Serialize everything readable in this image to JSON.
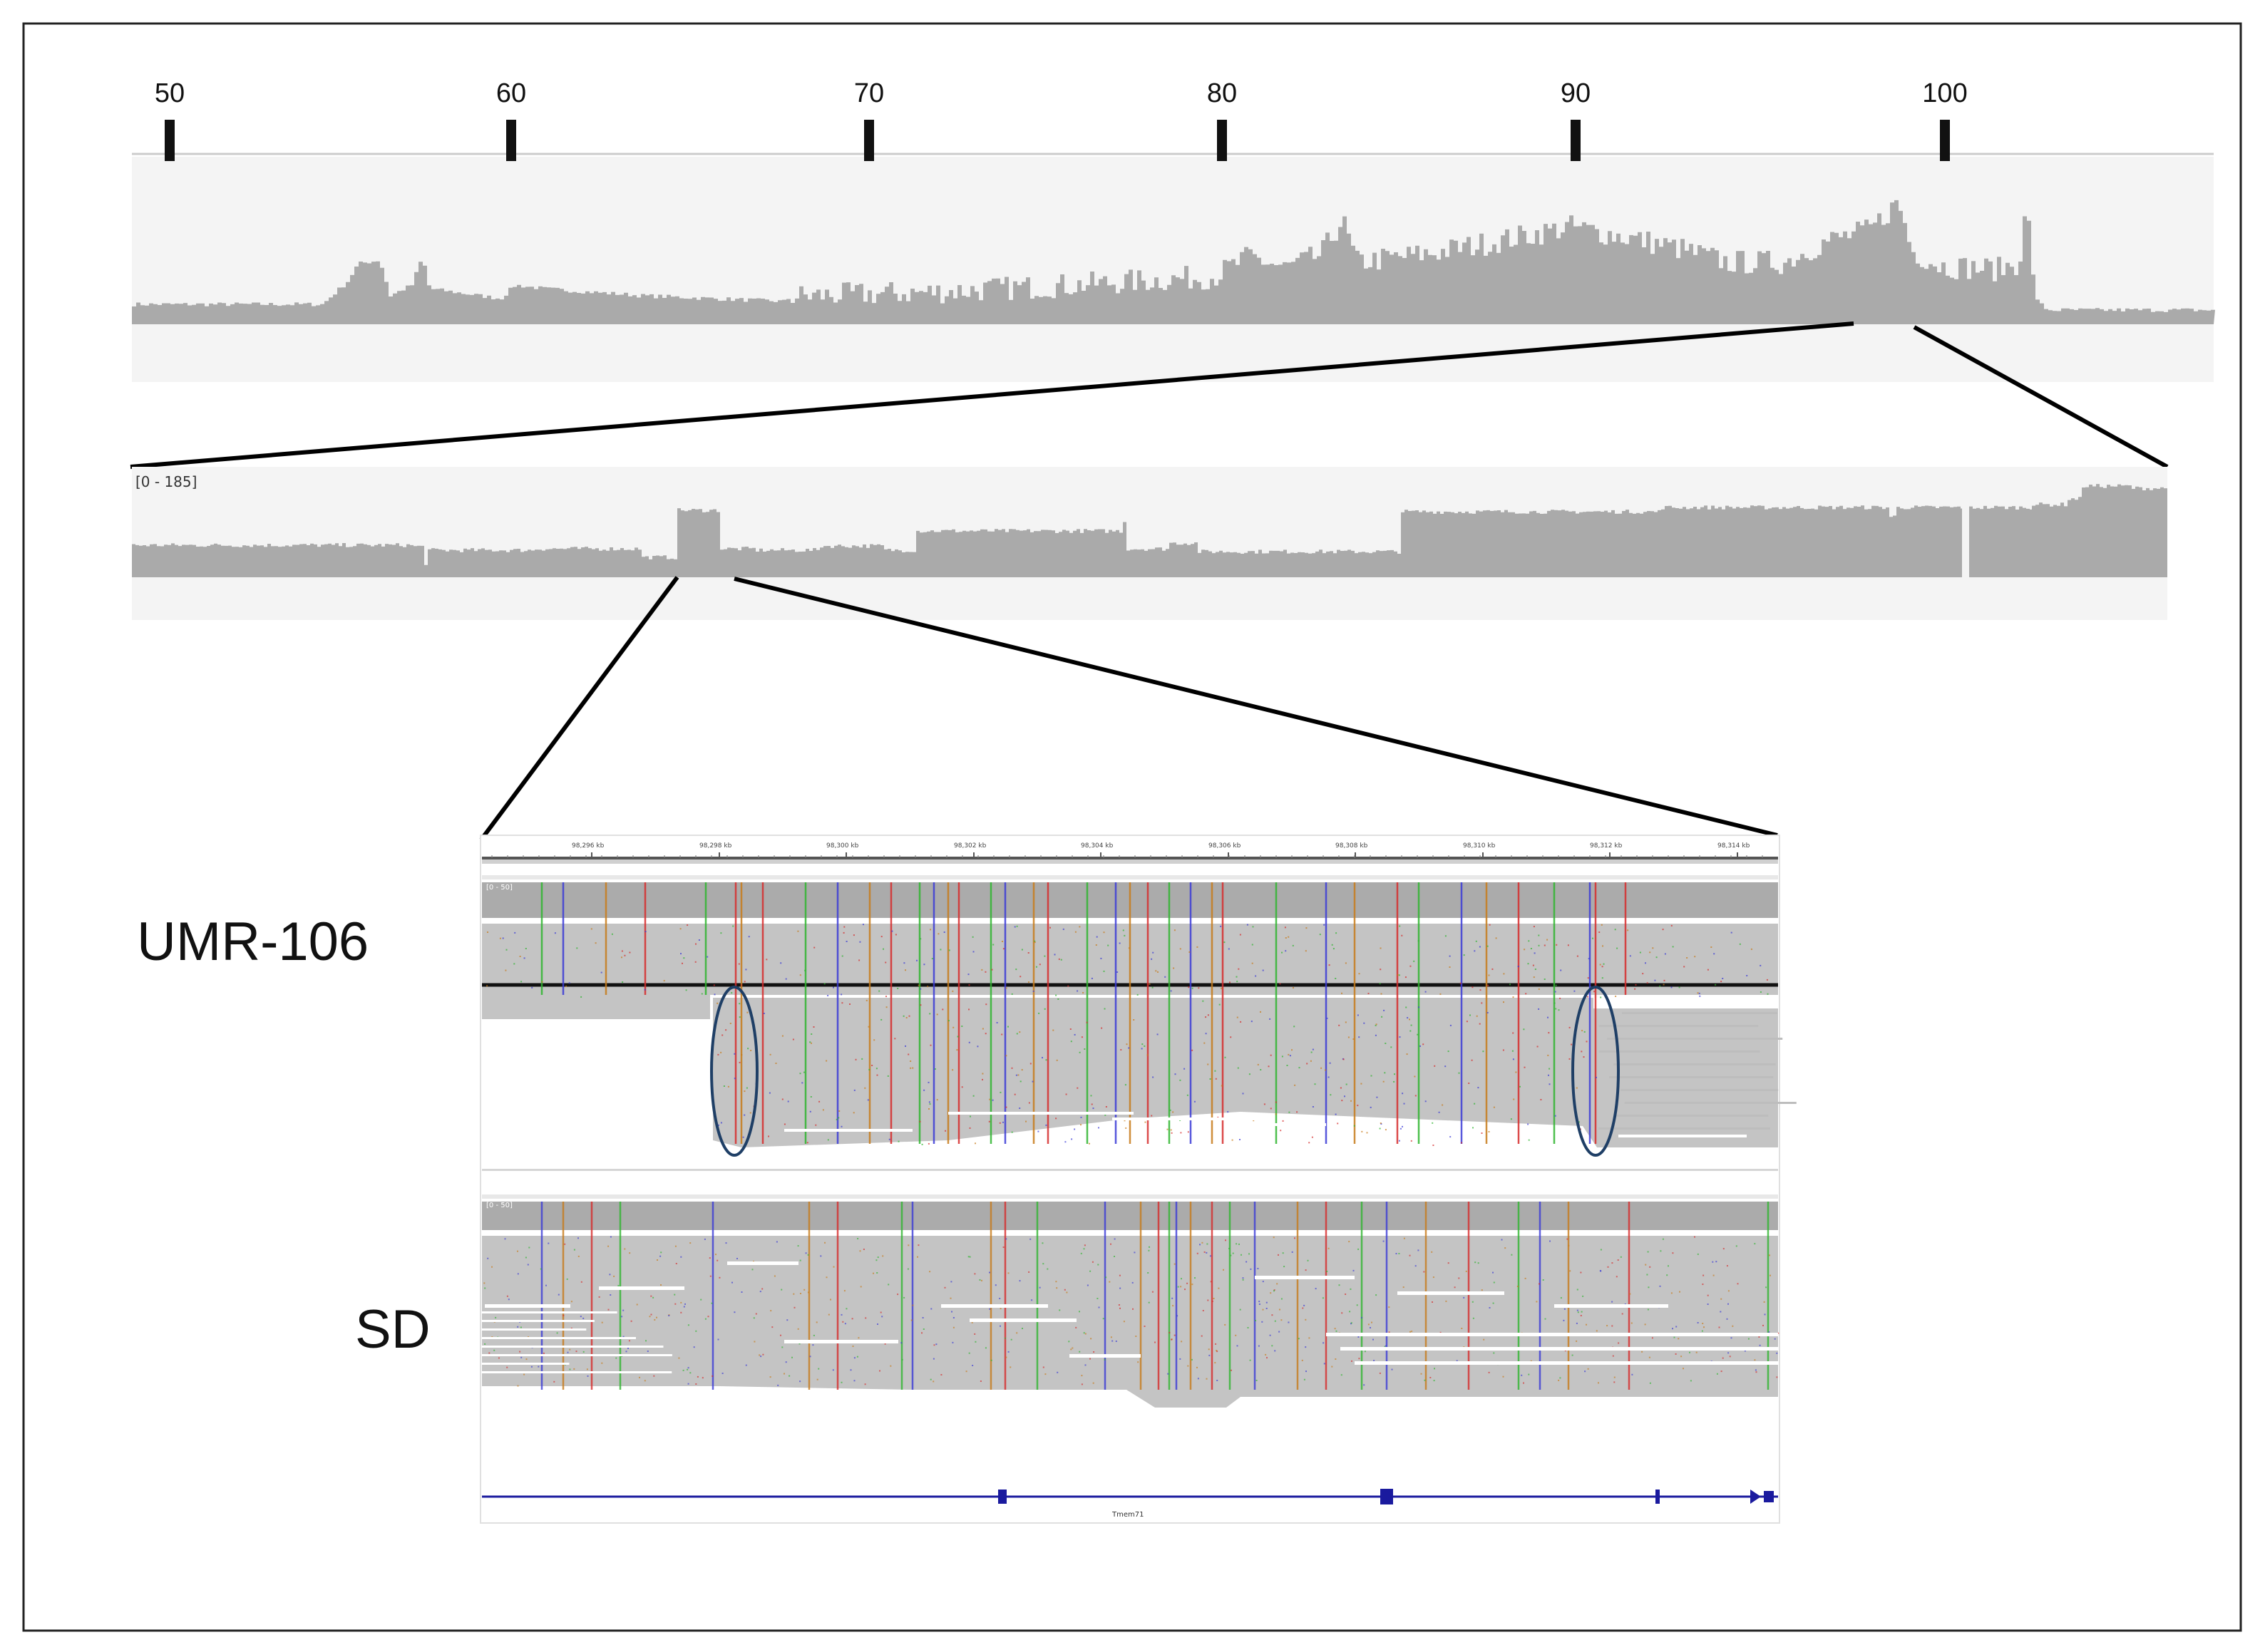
{
  "ruler": {
    "ticks": [
      "50",
      "60",
      "70",
      "80",
      "90",
      "100"
    ]
  },
  "coverage_mid": {
    "range_label": "[0 - 185]"
  },
  "igv": {
    "ticks": [
      "98,296 kb",
      "98,298 kb",
      "98,300 kb",
      "98,302 kb",
      "98,304 kb",
      "98,306 kb",
      "98,308 kb",
      "98,310 kb",
      "98,312 kb",
      "98,314 kb"
    ],
    "track_scale_label": "[0 - 50]",
    "gene_name": "Tmem71"
  },
  "samples": {
    "top": "UMR-106",
    "bottom": "SD"
  },
  "colors": {
    "coverage": "#aaaaaa",
    "read": "#c4c4c4",
    "mismatch_a": "#2fb52f",
    "mismatch_c": "#3b3bd6",
    "mismatch_g": "#c77b1a",
    "mismatch_t": "#d62b2b",
    "gene": "#1a1a9e",
    "ellipse": "#1f3f66"
  }
}
